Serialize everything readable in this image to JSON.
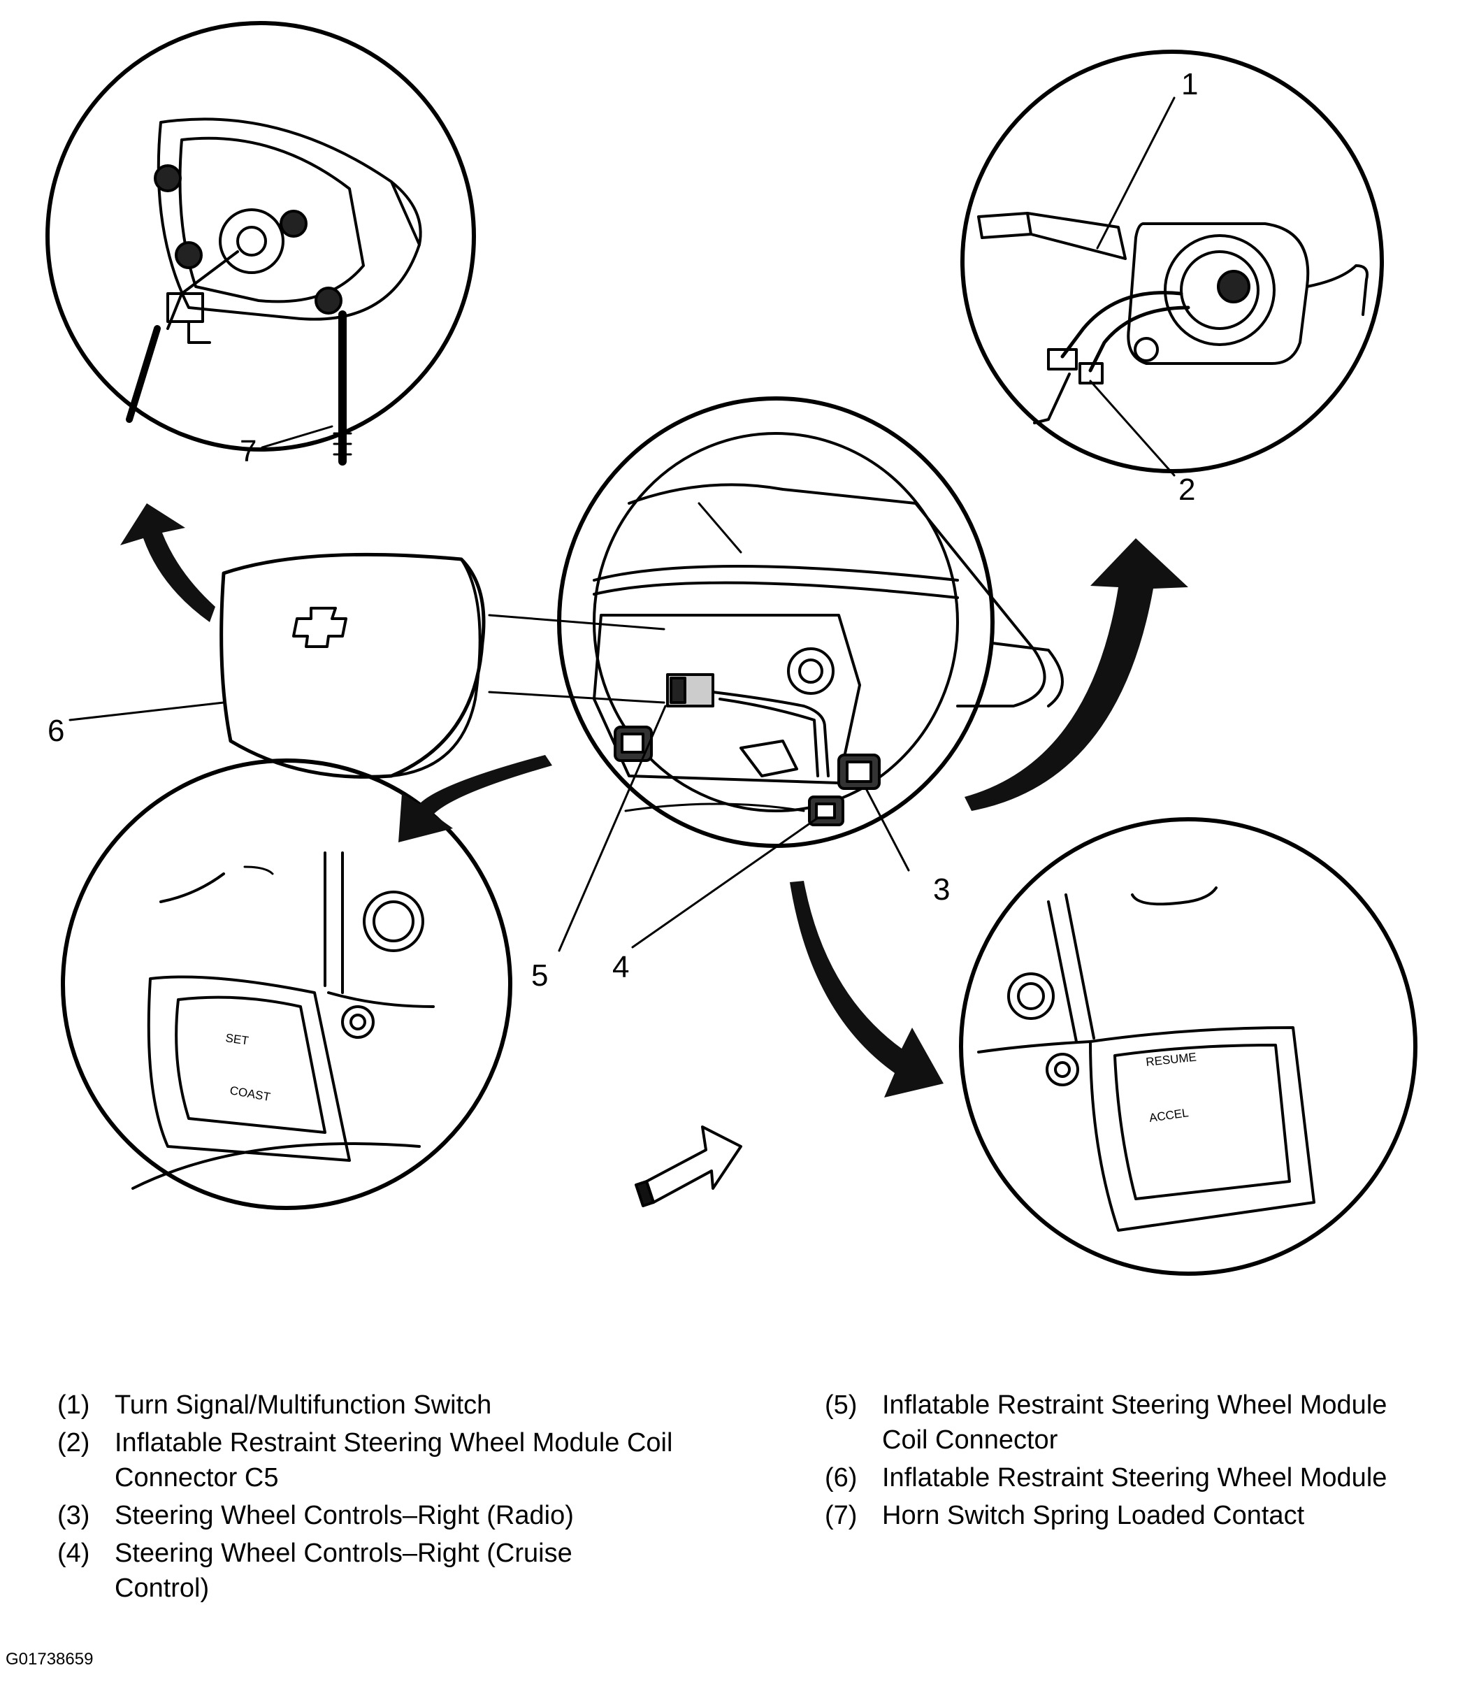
{
  "callouts": {
    "c1": "1",
    "c2": "2",
    "c3": "3",
    "c4": "4",
    "c5": "5",
    "c6": "6",
    "c7": "7"
  },
  "switch_labels": {
    "set": "SET",
    "coast": "COAST",
    "resume": "RESUME",
    "accel": "ACCEL"
  },
  "legend": {
    "left": [
      {
        "num": "(1)",
        "text": "Turn Signal/Multifunction Switch"
      },
      {
        "num": "(2)",
        "text": "Inflatable Restraint Steering Wheel Module Coil Connector C5"
      },
      {
        "num": "(3)",
        "text": "Steering Wheel Controls–Right (Radio)"
      },
      {
        "num": "(4)",
        "text": "Steering Wheel Controls–Right (Cruise Control)"
      }
    ],
    "right": [
      {
        "num": "(5)",
        "text": "Inflatable Restraint Steering Wheel Module Coil Connector"
      },
      {
        "num": "(6)",
        "text": "Inflatable Restraint Steering Wheel Module"
      },
      {
        "num": "(7)",
        "text": "Horn Switch Spring Loaded Contact"
      }
    ]
  },
  "figure_id": "G01738659",
  "icons": [
    "curved-arrow-icon",
    "straight-arrow-icon"
  ]
}
